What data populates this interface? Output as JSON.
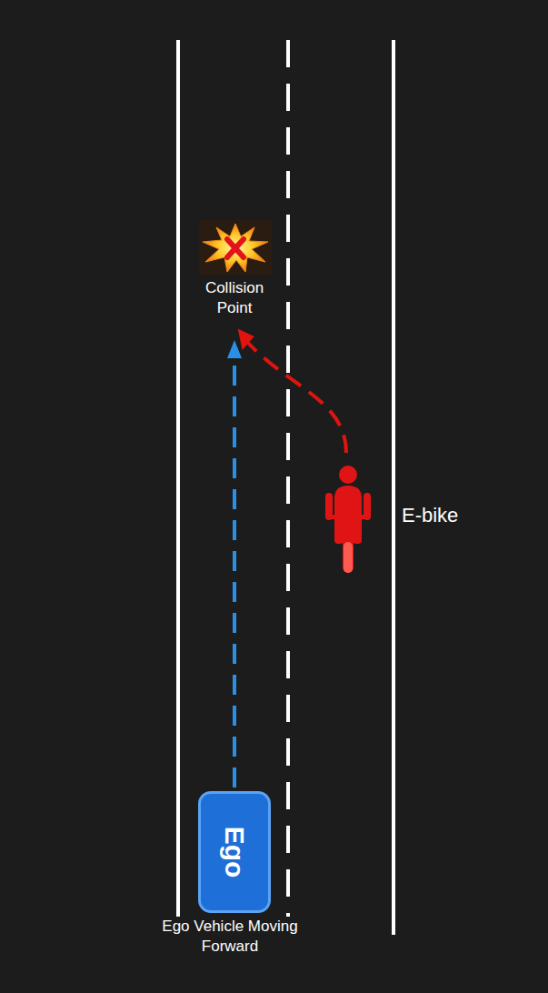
{
  "diagram": {
    "nodes": [
      {
        "text": [
          "Ego"
        ]
      }
    ],
    "labels": [
      "Collision Point",
      "E-bike",
      "Ego Vehicle Moving Forward"
    ]
  }
}
